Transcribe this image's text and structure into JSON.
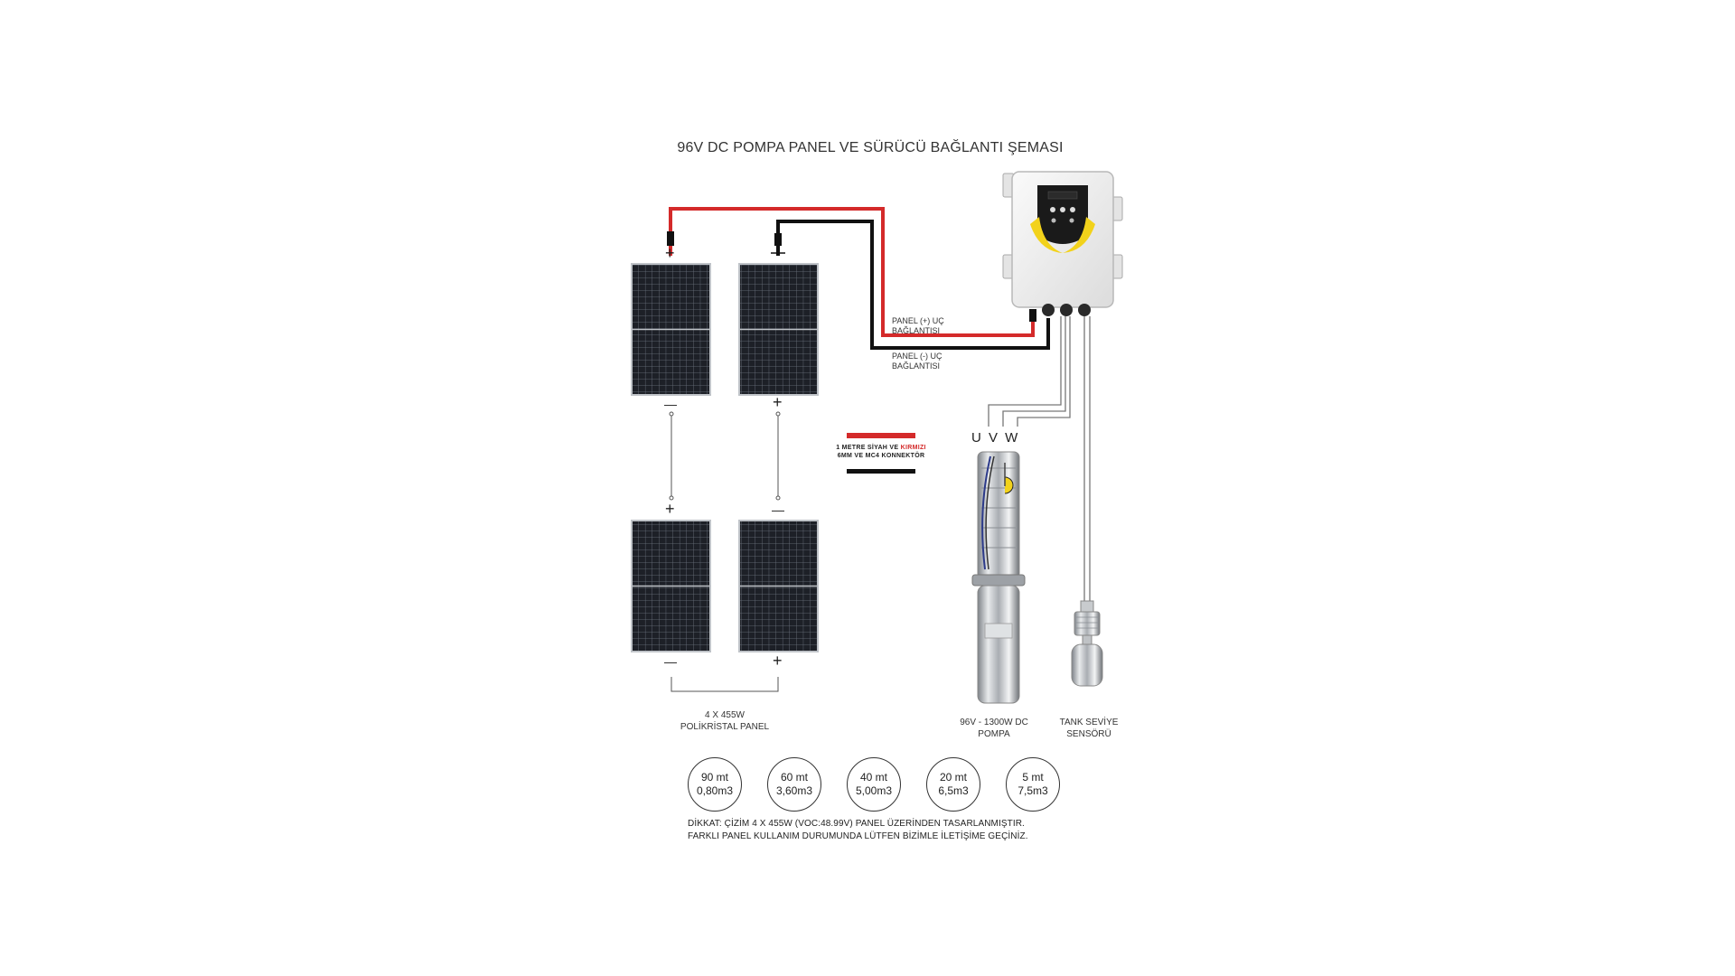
{
  "title": "96V DC POMPA PANEL VE SÜRÜCÜ BAĞLANTI ŞEMASI",
  "labels": {
    "panel_plus_line1": "PANEL (+) UÇ",
    "panel_plus_line2": "BAĞLANTISI",
    "panel_minus_line1": "PANEL (-) UÇ",
    "panel_minus_line2": "BAĞLANTISI",
    "uvw": "U V W",
    "connector_line1_a": "1 METRE SİYAH VE ",
    "connector_line1_b": "KIRMIZI",
    "connector_line2": "6MM VE MC4 KONNEKTÖR",
    "panels_line1": "4 X 455W",
    "panels_line2": "POLİKRİSTAL PANEL",
    "pump_line1": "96V - 1300W DC",
    "pump_line2": "POMPA",
    "sensor_line1": "TANK SEVİYE",
    "sensor_line2": "SENSÖRÜ"
  },
  "polarity": {
    "plus": "+",
    "minus": "—"
  },
  "depths": [
    {
      "depth": "90 mt",
      "flow": "0,80m3"
    },
    {
      "depth": "60 mt",
      "flow": "3,60m3"
    },
    {
      "depth": "40 mt",
      "flow": "5,00m3"
    },
    {
      "depth": "20 mt",
      "flow": "6,5m3"
    },
    {
      "depth": "5 mt",
      "flow": "7,5m3"
    }
  ],
  "note": {
    "line1": "DİKKAT: ÇİZİM 4 X 455W (VOC:48.99V) PANEL ÜZERİNDEN  TASARLANMIŞTIR.",
    "line2": "FARKLI PANEL KULLANIM DURUMUNDA LÜTFEN BİZİMLE İLETİŞİME GEÇİNİZ."
  },
  "colors": {
    "positive_wire": "#d42a2a",
    "negative_wire": "#111111",
    "panel_cell": "#1c1f26",
    "controller_accent": "#f2d21b"
  }
}
